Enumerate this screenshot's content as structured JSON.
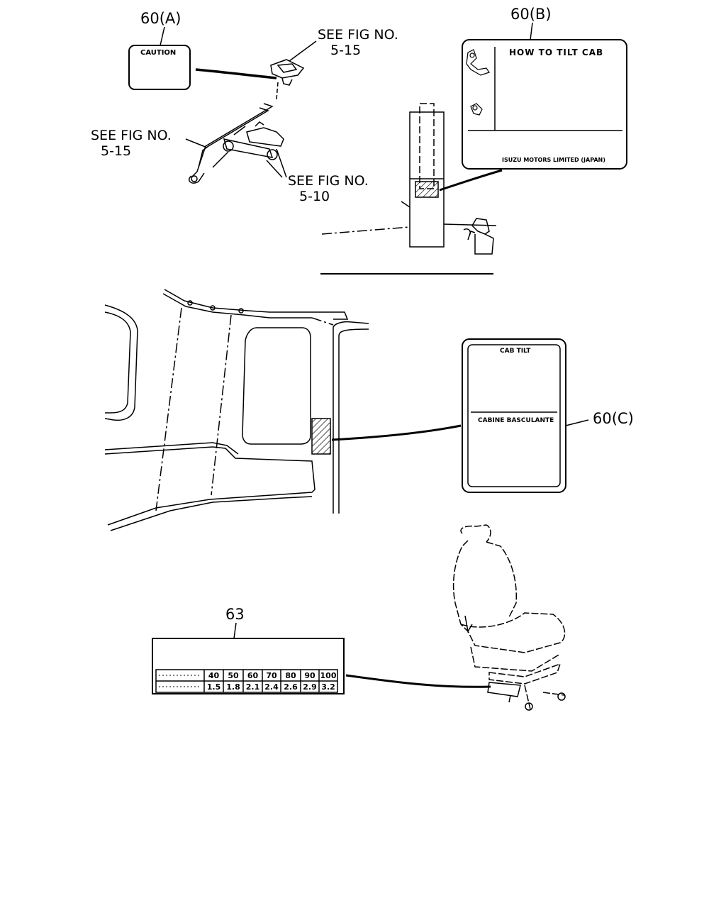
{
  "labels": {
    "label_a": {
      "callout": "60(A)",
      "text": "CAUTION"
    },
    "label_b": {
      "callout": "60(B)",
      "title": "HOW TO TILT CAB",
      "footer": "ISUZU MOTORS LIMITED (JAPAN)"
    },
    "label_c": {
      "callout": "60(C)",
      "text_top": "CAB TILT",
      "text_bottom": "CABINE BASCULANTE"
    },
    "label_63": {
      "callout": "63"
    }
  },
  "references": [
    {
      "line1": "SEE FIG NO.",
      "line2": "5-15"
    },
    {
      "line1": "SEE FIG NO.",
      "line2": "5-15"
    },
    {
      "line1": "SEE FIG NO.",
      "line2": "5-10"
    }
  ],
  "table_63": {
    "row1": [
      "40",
      "50",
      "60",
      "70",
      "80",
      "90",
      "100"
    ],
    "row2": [
      "1.5",
      "1.8",
      "2.1",
      "2.4",
      "2.6",
      "2.9",
      "3.2"
    ]
  }
}
